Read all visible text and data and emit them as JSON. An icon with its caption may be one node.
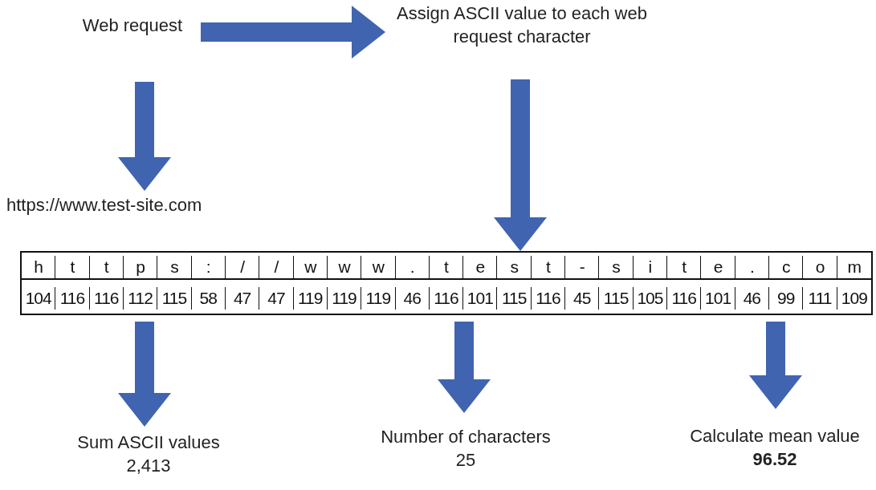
{
  "diagram": {
    "nodes": [
      {
        "text": [
          "Web request"
        ]
      },
      {
        "text": [
          "Assign ASCII value to each web request character"
        ]
      },
      {
        "text": [
          "https://www.test-site.com"
        ]
      },
      {
        "text": [],
        "shape": "table"
      },
      {
        "text": [
          "Sum ASCII values",
          "2,413"
        ]
      },
      {
        "text": [
          "Number of characters",
          "25"
        ]
      },
      {
        "text": [
          "Calculate mean value",
          "**96.52**"
        ]
      }
    ],
    "edges": [
      {
        "from": 0,
        "to": 1,
        "arrow": "to"
      },
      {
        "from": 0,
        "to": 2,
        "arrow": "to"
      },
      {
        "from": 1,
        "to": 3,
        "arrow": "to"
      },
      {
        "from": 3,
        "to": 4,
        "arrow": "to"
      },
      {
        "from": 3,
        "to": 5,
        "arrow": "to"
      },
      {
        "from": 3,
        "to": 6,
        "arrow": "to"
      }
    ],
    "labels": [
      "h",
      "t",
      "t",
      "p",
      "s",
      ":",
      "/",
      "/",
      "w",
      "w",
      "w",
      ".",
      "t",
      "e",
      "s",
      "t",
      "-",
      "s",
      "i",
      "t",
      "e",
      ".",
      "c",
      "o",
      "m",
      "104",
      "116",
      "116",
      "112",
      "115",
      "58",
      "47",
      "47",
      "119",
      "119",
      "119",
      "46",
      "116",
      "101",
      "115",
      "116",
      "45",
      "115",
      "105",
      "116",
      "101",
      "46",
      "99",
      "111",
      "109"
    ]
  }
}
